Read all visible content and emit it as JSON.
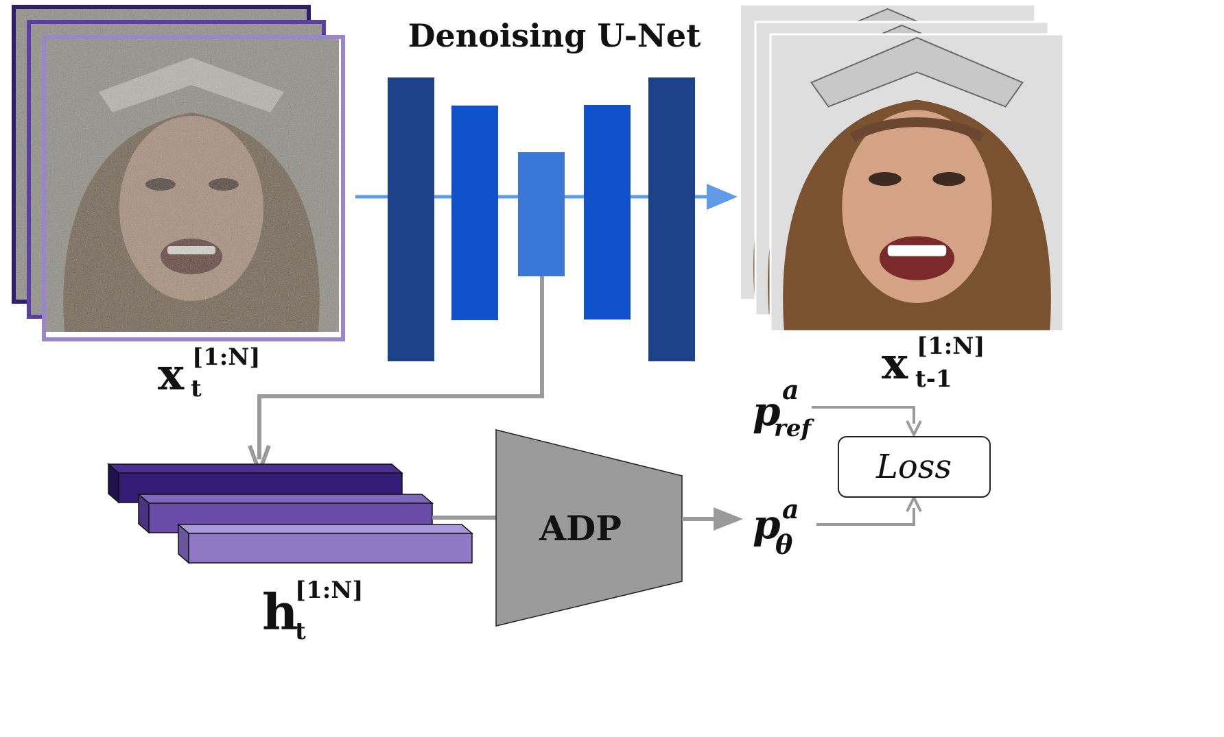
{
  "title": "Denoising U-Net",
  "input_label": {
    "base": "x",
    "sub": "t",
    "sup": "[1:N]"
  },
  "output_label": {
    "base": "x",
    "sub": "t-1",
    "sup": "[1:N]"
  },
  "feature_label": {
    "base": "h",
    "sub": "t",
    "sup": "[1:N]"
  },
  "adp_label": "ADP",
  "loss_label": "Loss",
  "p_ref": {
    "base": "p",
    "sup": "a",
    "sub": "ref"
  },
  "p_theta": {
    "base": "p",
    "sup": "a",
    "sub": "θ"
  },
  "colors": {
    "unet_dark": "#1c4389",
    "unet_mid": "#0f52cc",
    "unet_light": "#3a78d8",
    "flow_arrow": "#5f9be6",
    "gray_arrow": "#9a9a9a",
    "adp_fill": "#9b9b9b",
    "frame_dark": "#2e1f6e",
    "frame_mid": "#5a3fa8",
    "frame_light": "#9a86cc",
    "bar_dark": "#341b76",
    "bar_mid": "#684ca8",
    "bar_light": "#9079c4"
  },
  "images": [
    {
      "name": "noisy-face-frame",
      "kind": "noisy"
    },
    {
      "name": "denoised-face-frame",
      "kind": "clean"
    }
  ]
}
